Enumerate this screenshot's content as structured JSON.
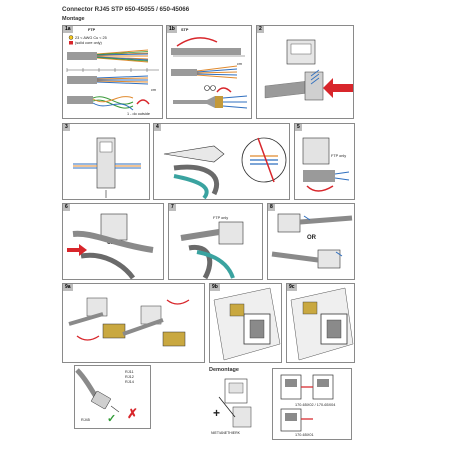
{
  "title": "Connector RJ45 STP 650-45055 / 650-45066",
  "section_montage": "Montage",
  "section_demontage": "Demontage",
  "panels": {
    "p1a": {
      "num": "1a",
      "label": "FTP",
      "awg_line1": "23 < AWG Cu < 25",
      "awg_line2": "(solid core only)",
      "cm_label": "cm",
      "twist_label": "1 - do outside"
    },
    "p1b": {
      "num": "1b",
      "label": "STP",
      "cm_label": "cm"
    },
    "p2": {
      "num": "2"
    },
    "p3": {
      "num": "3"
    },
    "p4": {
      "num": "4"
    },
    "p5": {
      "num": "5",
      "ftp_label": "FTP only"
    },
    "p6": {
      "num": "6",
      "click_label": "CLICK"
    },
    "p7": {
      "num": "7",
      "ftp_label": "FTP only"
    },
    "p8": {
      "num": "8",
      "or_label": "OR"
    },
    "p9a": {
      "num": "9a"
    },
    "p9b": {
      "num": "9b"
    },
    "p9c": {
      "num": "9c"
    },
    "p10": {
      "rj_labels": [
        "RJ11",
        "RJ12",
        "RJ14"
      ],
      "rj45_label": "RJ45",
      "ok_mark": "✓",
      "no_mark": "✗"
    },
    "p11": {
      "caption": "NIET/ANETHIERK"
    },
    "p12": {
      "label_top": "170-65X02 / 170-65X04",
      "label_bottom": "170-65X01"
    }
  },
  "colors": {
    "panel_border": "#8a8a8a",
    "number_bg": "#bdbdbd",
    "arrow_red": "#d8262b",
    "cable_grey": "#9a9a9a",
    "ok_green": "#2f9a35"
  }
}
